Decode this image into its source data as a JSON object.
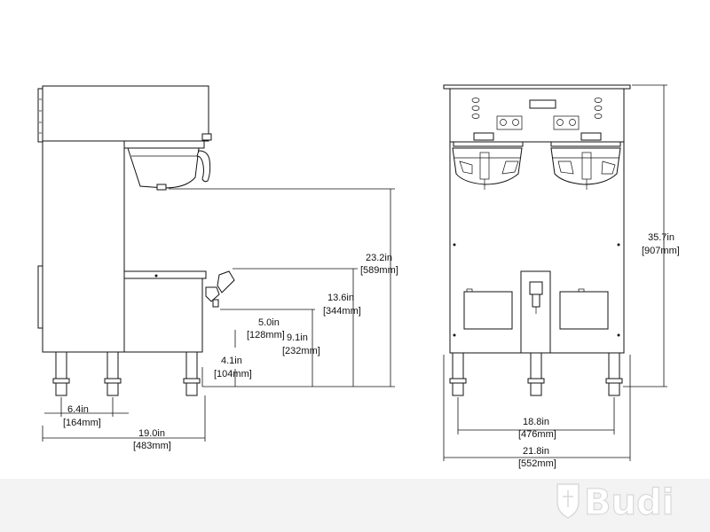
{
  "dimensions": {
    "side_total_height": {
      "in": "23.2in",
      "mm": "[589mm]"
    },
    "side_faucet_height": {
      "in": "13.6in",
      "mm": "[344mm]"
    },
    "side_dispense_height": {
      "in": "9.1in",
      "mm": "[232mm]"
    },
    "side_faucet_clearance": {
      "in": "5.0in",
      "mm": "[128mm]"
    },
    "side_leg_height": {
      "in": "4.1in",
      "mm": "[104mm]"
    },
    "side_leg_spacing": {
      "in": "6.4in",
      "mm": "[164mm]"
    },
    "side_depth": {
      "in": "19.0in",
      "mm": "[483mm]"
    },
    "front_height": {
      "in": "35.7in",
      "mm": "[907mm]"
    },
    "front_leg_spacing": {
      "in": "18.8in",
      "mm": "[476mm]"
    },
    "front_width": {
      "in": "21.8in",
      "mm": "[552mm]"
    }
  },
  "watermark": {
    "text": "Budi",
    "icon": "shield-logo-icon"
  }
}
